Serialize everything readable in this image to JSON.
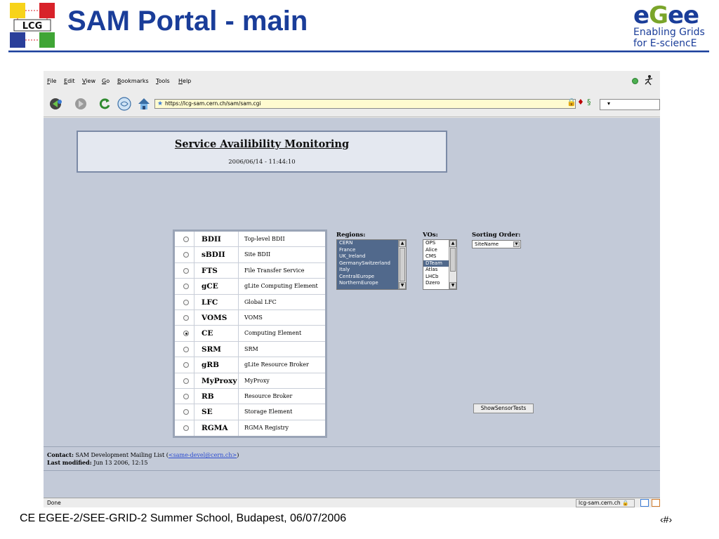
{
  "slide": {
    "title": "SAM Portal - main",
    "footer": "CE EGEE-2/SEE-GRID-2 Summer School, Budapest, 06/07/2006",
    "page_number": "‹#›",
    "lcg_logo_text": "LCG",
    "egee_logo": {
      "word": "eGee",
      "line1": "Enabling Grids",
      "line2": "for E-sciencE"
    }
  },
  "browser": {
    "menu": [
      "File",
      "Edit",
      "View",
      "Go",
      "Bookmarks",
      "Tools",
      "Help"
    ],
    "url": "https://lcg-sam.cern.ch/sam/sam.cgi",
    "status_text": "Done",
    "status_host": "lcg-sam.cern.ch"
  },
  "page": {
    "banner_title": "Service Availibility Monitoring",
    "banner_date": "2006/06/14 - 11:44:10",
    "services": [
      {
        "code": "BDII",
        "desc": "Top-level BDII",
        "checked": false
      },
      {
        "code": "sBDII",
        "desc": "Site BDII",
        "checked": false
      },
      {
        "code": "FTS",
        "desc": "File Transfer Service",
        "checked": false
      },
      {
        "code": "gCE",
        "desc": "gLite Computing Element",
        "checked": false
      },
      {
        "code": "LFC",
        "desc": "Global LFC",
        "checked": false
      },
      {
        "code": "VOMS",
        "desc": "VOMS",
        "checked": false
      },
      {
        "code": "CE",
        "desc": "Computing Element",
        "checked": true
      },
      {
        "code": "SRM",
        "desc": "SRM",
        "checked": false
      },
      {
        "code": "gRB",
        "desc": "gLite Resource Broker",
        "checked": false
      },
      {
        "code": "MyProxy",
        "desc": "MyProxy",
        "checked": false
      },
      {
        "code": "RB",
        "desc": "Resource Broker",
        "checked": false
      },
      {
        "code": "SE",
        "desc": "Storage Element",
        "checked": false
      },
      {
        "code": "RGMA",
        "desc": "RGMA Registry",
        "checked": false
      }
    ],
    "regions_label": "Regions:",
    "regions": [
      "CERN",
      "France",
      "UK_Ireland",
      "GermanySwitzerland",
      "Italy",
      "CentralEurope",
      "NorthernEurope"
    ],
    "vos_label": "VOs:",
    "vos": [
      "OPS",
      "Alice",
      "CMS",
      "DTeam",
      "Atlas",
      "LHCb",
      "Dzero"
    ],
    "vos_selected": "DTeam",
    "sorting_label": "Sorting Order:",
    "sorting_value": "SiteName",
    "button_label": "ShowSensorTests",
    "contact_label": "Contact:",
    "contact_text": "SAM Development Mailing List (",
    "contact_email": "<same-devel@cern.ch>",
    "contact_close": ")",
    "modified_label": "Last modified:",
    "modified_text": "Jun 13 2006, 12:15"
  }
}
